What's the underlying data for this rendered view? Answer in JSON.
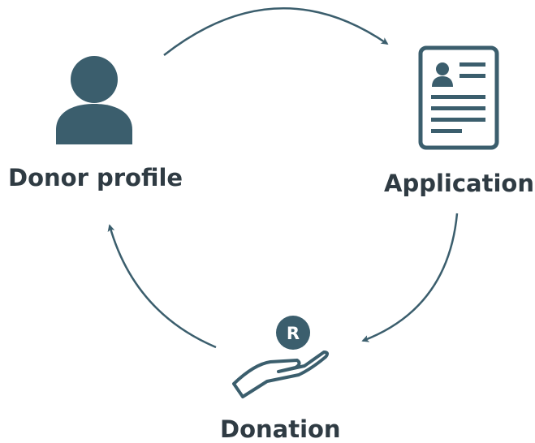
{
  "diagram": {
    "colors": {
      "primary": "#3b5e6d",
      "text": "#2f3b43",
      "background": "#ffffff"
    },
    "nodes": [
      {
        "id": "donor",
        "label": "Donor profile",
        "icon": "person-icon"
      },
      {
        "id": "application",
        "label": "Application",
        "icon": "document-icon"
      },
      {
        "id": "donation",
        "label": "Donation",
        "icon": "hand-coin-icon",
        "badge": "R"
      }
    ],
    "edges": [
      {
        "from": "donor",
        "to": "application"
      },
      {
        "from": "application",
        "to": "donation"
      },
      {
        "from": "donation",
        "to": "donor"
      }
    ]
  }
}
